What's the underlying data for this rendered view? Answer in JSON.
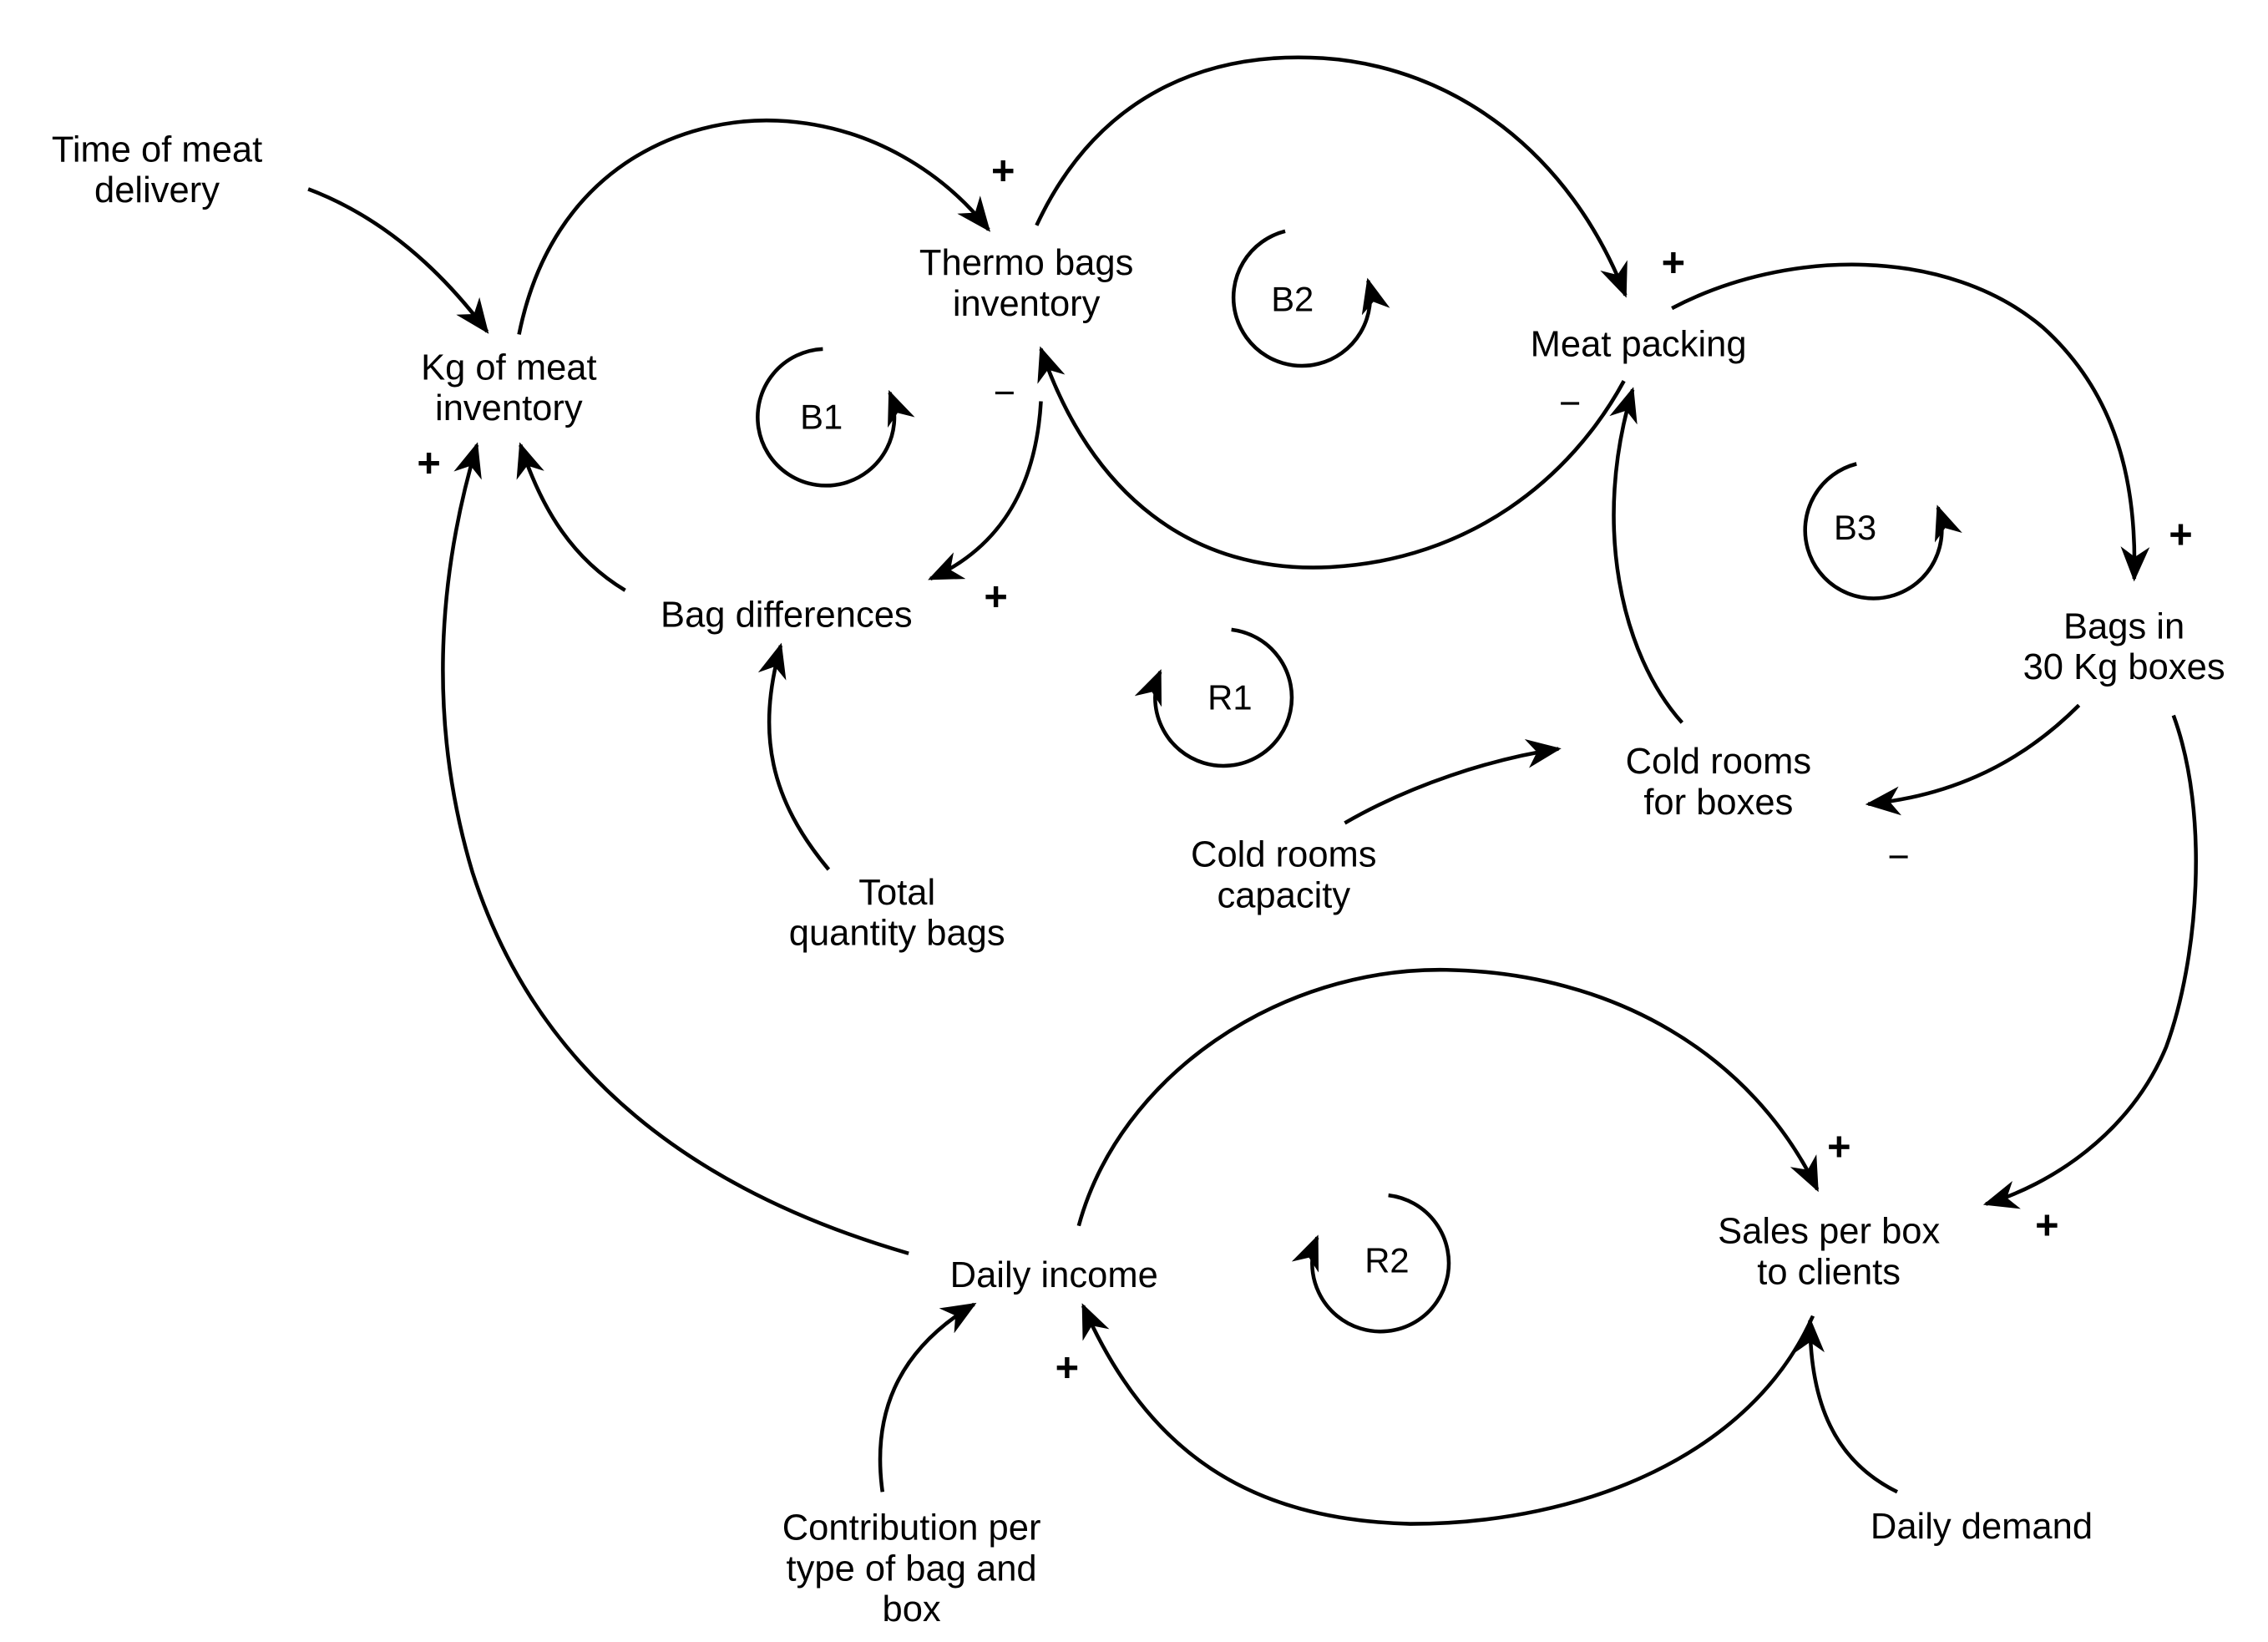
{
  "nodes": {
    "time_meat_delivery": [
      "Time of meat",
      "delivery"
    ],
    "kg_meat_inventory": [
      "Kg of meat",
      "inventory"
    ],
    "thermo_bags_inventory": [
      "Thermo bags",
      "inventory"
    ],
    "meat_packing": [
      "Meat packing"
    ],
    "bag_differences": [
      "Bag differences"
    ],
    "total_quantity_bags": [
      "Total",
      "quantity bags"
    ],
    "cold_rooms_capacity": [
      "Cold rooms",
      "capacity"
    ],
    "cold_rooms_for_boxes": [
      "Cold rooms",
      "for boxes"
    ],
    "bags_in_boxes": [
      "Bags in",
      "30 Kg boxes"
    ],
    "daily_income": [
      "Daily income"
    ],
    "sales_per_box": [
      "Sales per box",
      "to clients"
    ],
    "contribution": [
      "Contribution per",
      "type of bag and",
      "box"
    ],
    "daily_demand": [
      "Daily demand"
    ]
  },
  "loops": {
    "b1": "B1",
    "b2": "B2",
    "b3": "B3",
    "r1": "R1",
    "r2": "R2"
  },
  "polarities": {
    "plus": "+",
    "minus": "−"
  },
  "colors": {
    "ink": "#000000",
    "background": "#ffffff"
  }
}
